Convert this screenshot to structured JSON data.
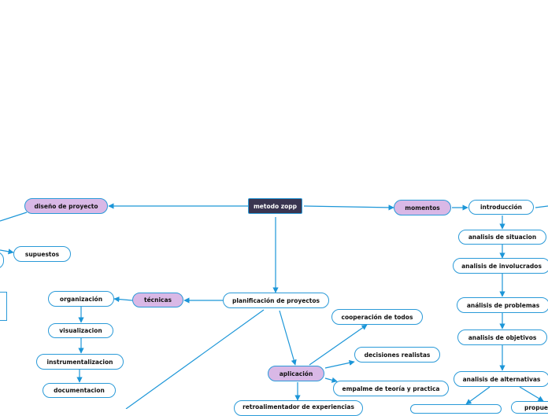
{
  "colors": {
    "edge": "#1c96d8",
    "central_fill": "#3a3550",
    "main_fill": "#d9b8e6",
    "node_border": "#2a9ad8"
  },
  "nodes": {
    "central": "metodo zopp",
    "diseno": "diseño de proyecto",
    "momentos": "momentos",
    "introduccion": "introducción",
    "situacion": "analisis de situacion",
    "involucrados": "analisis de involucrados",
    "problemas": "análisis de problemas",
    "objetivos": "analisis de objetivos",
    "alternativas": "analisis de alternativas",
    "alt_child_2": "propue",
    "supuestos": "supuestos",
    "tecnicas": "técnicas",
    "organizacion": "organización",
    "visualizacion": "visualizacion",
    "instrumentalizacion": "instrumentalizacion",
    "documentacion": "documentacion",
    "planificacion": "planificación de proyectos",
    "aplicacion": "aplicación",
    "cooperacion": "cooperación de todos",
    "decisiones": "decisiones realistas",
    "empalme": "empalme de teoría y practica",
    "retroalimentador": "retroalimentador de experiencias"
  }
}
